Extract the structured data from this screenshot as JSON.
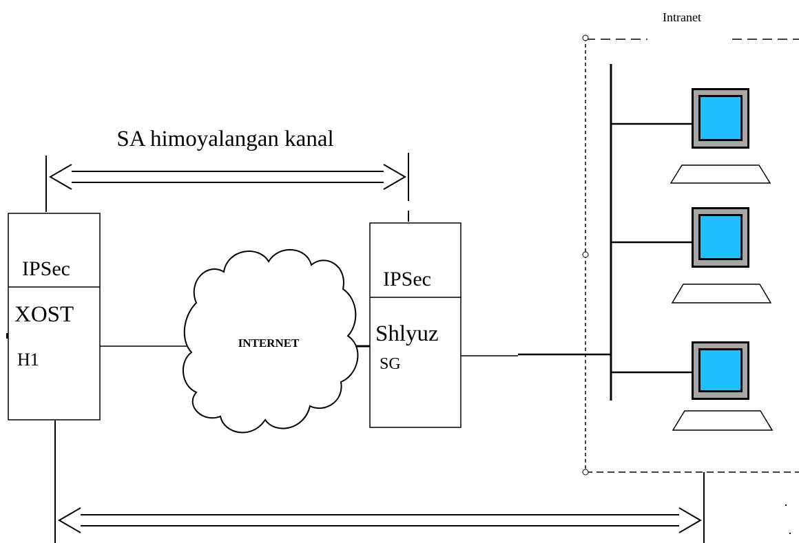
{
  "channel_label": "SA himoyalangan kanal",
  "intranet_label": "Intranet",
  "internet_label": "INTERNET",
  "host": {
    "protocol": "IPSec",
    "name": "XOST",
    "id": "H1"
  },
  "gateway": {
    "protocol": "IPSec",
    "name": "Shlyuz",
    "id": "SG"
  },
  "colors": {
    "screen": "#1fbfff",
    "monitor_frame": "#a6a6a6",
    "line": "#000000"
  },
  "icons": [
    "cloud-icon",
    "computer-icon"
  ]
}
